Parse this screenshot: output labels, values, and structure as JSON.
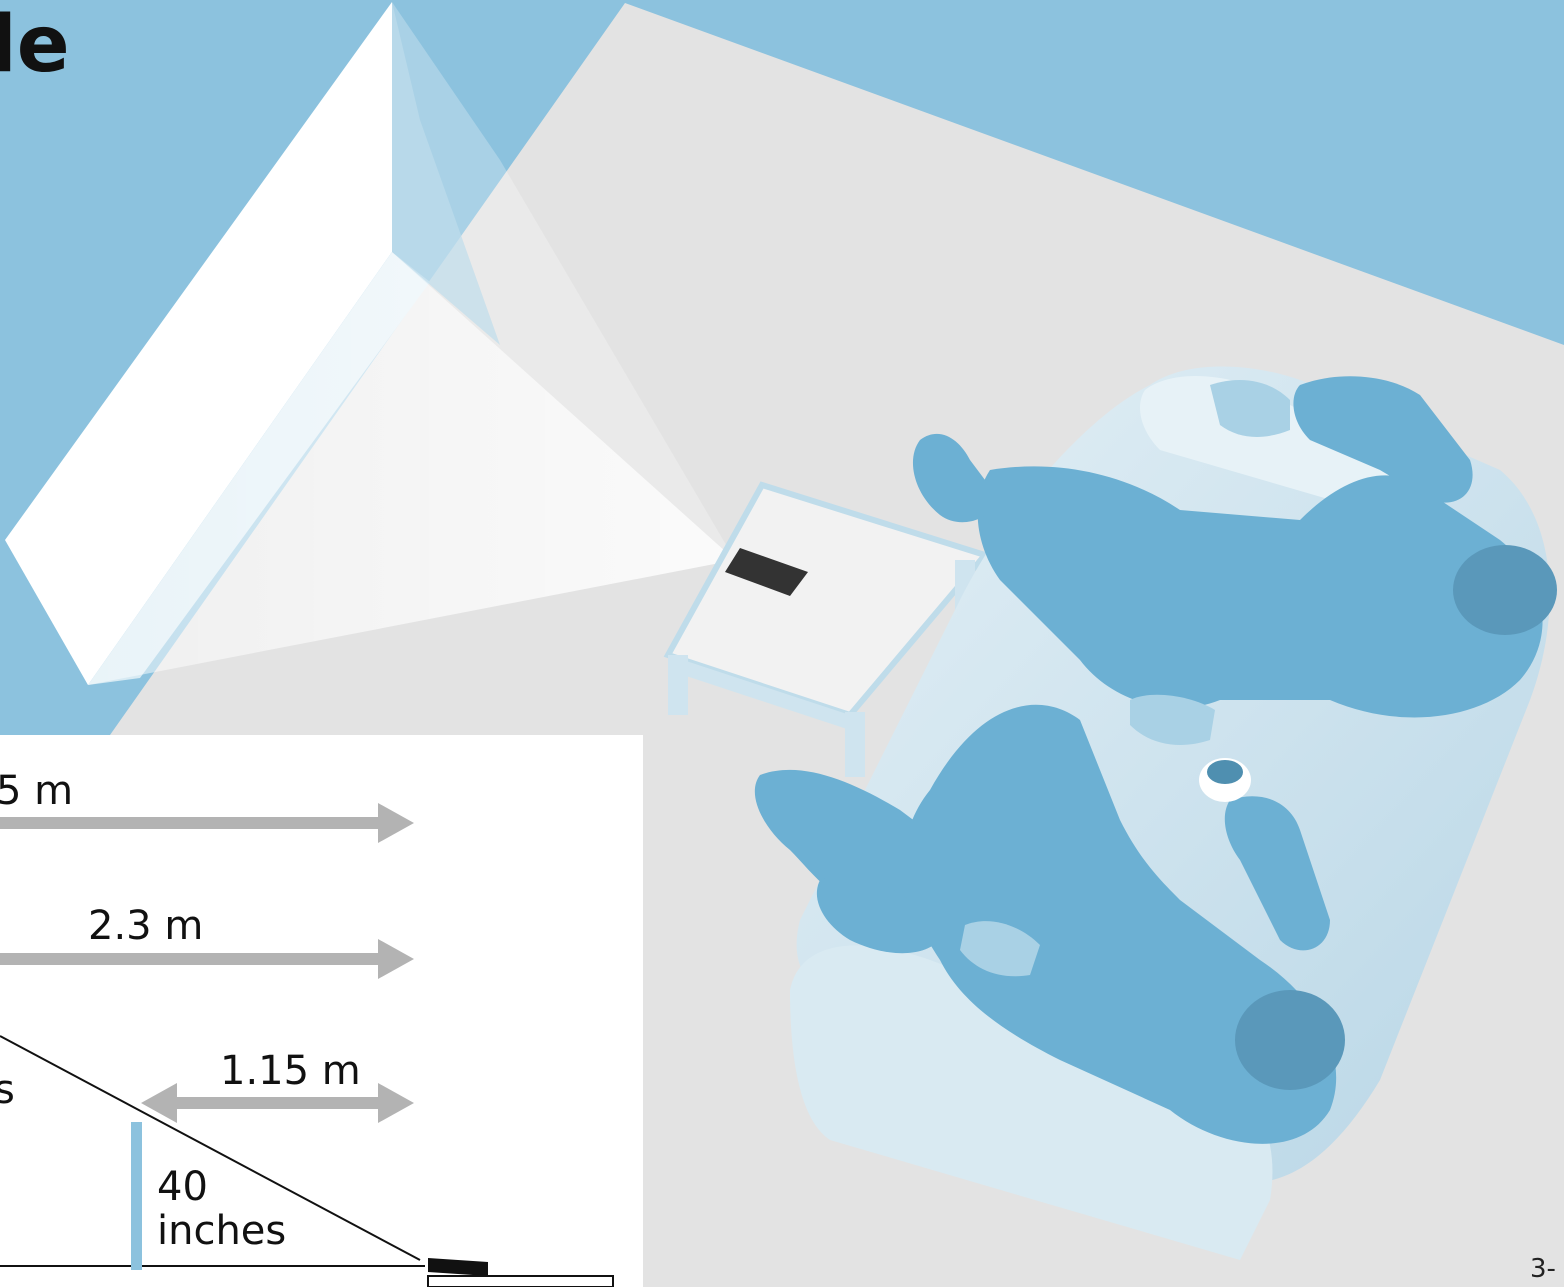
{
  "header": {
    "title_fragment": "le"
  },
  "colors": {
    "background_blue": "#8cc2de",
    "floor_gray": "#e3e3e3",
    "screen_white": "#ffffff",
    "person_blue": "#6cb0d3",
    "person_shadow": "#4f8fb0",
    "sofa_light": "#d4e6ef",
    "arrow_gray": "#b3b3b3",
    "height_bar": "#8cc2de",
    "projector_black": "#333333"
  },
  "diagram": {
    "distances": [
      {
        "label": "5 m",
        "direction": "right"
      },
      {
        "label": "2.3 m",
        "direction": "right"
      },
      {
        "label": "1.15 m",
        "direction": "both"
      }
    ],
    "partial_label": "s",
    "screen_size_label": "40\ninches",
    "screen_size_lines": [
      "40",
      "inches"
    ]
  },
  "footer": {
    "page_number": "3-"
  }
}
